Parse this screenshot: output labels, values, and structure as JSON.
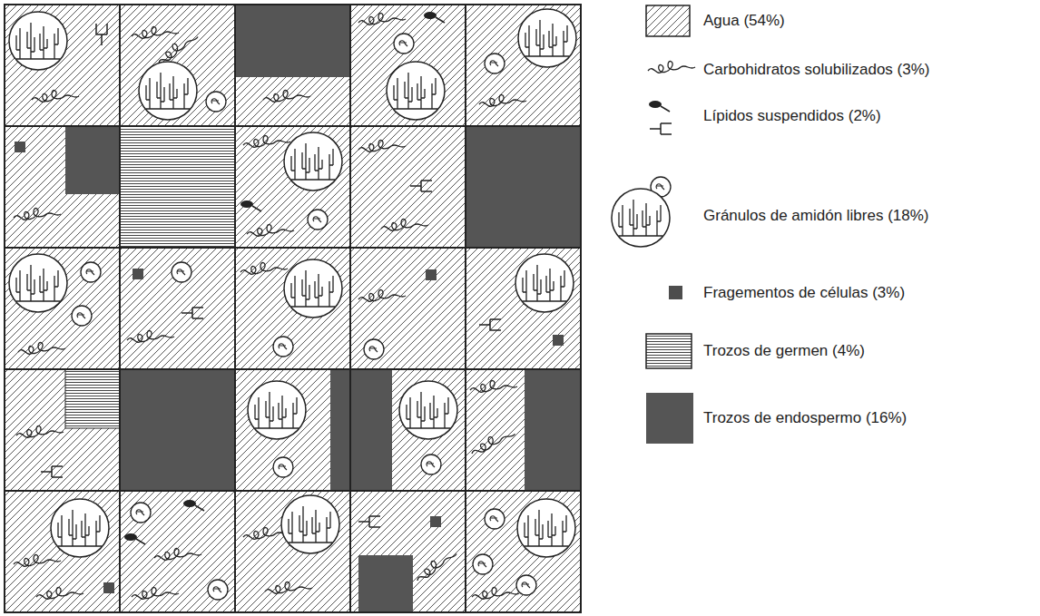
{
  "diagram": {
    "legend": [
      {
        "text": "Agua (54%)"
      },
      {
        "text": "Carbohidratos solubilizados (3%)"
      },
      {
        "text": "Lípidos suspendidos (2%)"
      },
      {
        "text": "Gránulos de amidón libres (18%)"
      },
      {
        "text": "Fragementos de células (3%)",
        "color": "#4d4d4d"
      },
      {
        "text": "Trozos de germen (4%)"
      },
      {
        "text": "Trozos de endospermo (16%)",
        "color": "#555555"
      }
    ]
  }
}
